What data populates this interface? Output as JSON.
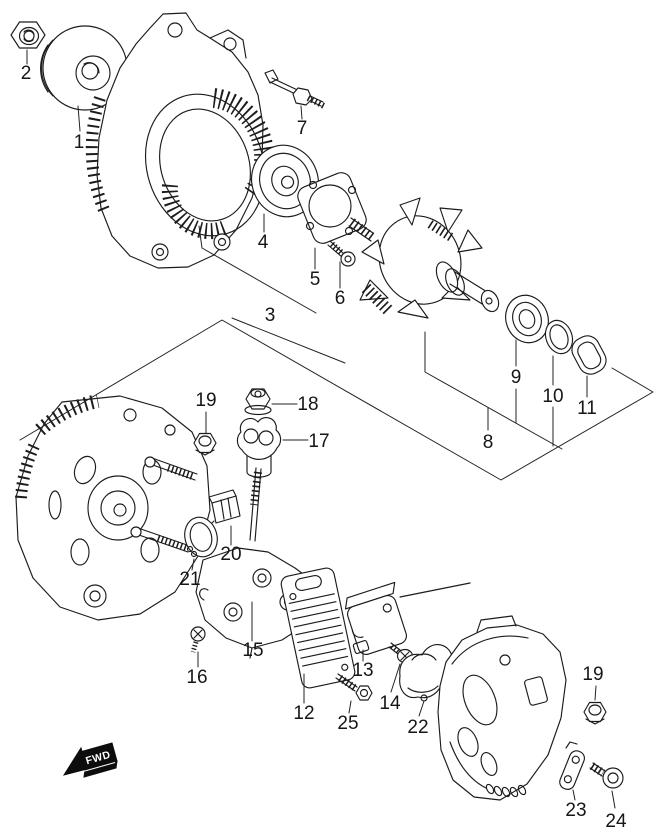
{
  "diagram": {
    "type": "exploded-parts-diagram",
    "subject": "alternator assembly",
    "fwd_label": "FWD",
    "ink_color": "#1c1c1c",
    "background_color": "#ffffff",
    "callouts": [
      {
        "part": "1"
      },
      {
        "part": "2"
      },
      {
        "part": "3"
      },
      {
        "part": "4"
      },
      {
        "part": "5"
      },
      {
        "part": "6"
      },
      {
        "part": "7"
      },
      {
        "part": "8"
      },
      {
        "part": "9"
      },
      {
        "part": "10"
      },
      {
        "part": "11"
      },
      {
        "part": "12"
      },
      {
        "part": "13"
      },
      {
        "part": "14"
      },
      {
        "part": "15"
      },
      {
        "part": "16"
      },
      {
        "part": "17"
      },
      {
        "part": "18"
      },
      {
        "part": "19"
      },
      {
        "part": "19"
      },
      {
        "part": "20"
      },
      {
        "part": "21"
      },
      {
        "part": "22"
      },
      {
        "part": "23"
      },
      {
        "part": "24"
      },
      {
        "part": "25"
      }
    ]
  }
}
